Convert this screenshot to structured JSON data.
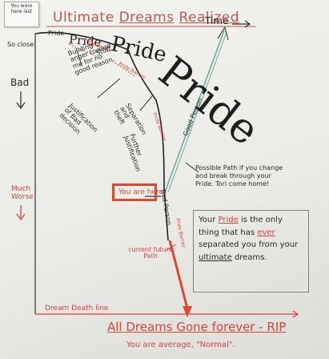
{
  "diagram": {
    "header": {
      "text_1": "Ultimate",
      "text_2": "Dreams",
      "text_3": "Realized",
      "time_label": "Time"
    },
    "sticky_note": "You were here last",
    "so_close": "So close!",
    "y_axis": {
      "bad": "Bad",
      "much_worse": "Much Worse"
    },
    "pride_labels": {
      "small_1": "Pride",
      "small_2": "Pride",
      "medium": "Pride",
      "big": "Pride"
    },
    "annotations": {
      "anger_stuff": "Building anger toward me for no good reason.",
      "stuff": "Stuff",
      "justification_bad": "Justification of Bad decision",
      "separation": "Separation and theft",
      "further": "Further Justification",
      "good_person": "Good Person",
      "bad_person": "Bad Person",
      "current_path": "current future Path",
      "possible_path": "Possible Path if you change and break through your Pride. Tori come home!"
    },
    "barriers": {
      "b1": "Pride Barrier",
      "b2": "Pride Barrier",
      "b3": "Pride Barrier",
      "b4": "Pride Barrier"
    },
    "you_are_here": "You are here",
    "note_box": {
      "line1a": "Your ",
      "line1b": "Pride",
      "line1c": " is the only",
      "line2a": "thing that has ",
      "line2b": "ever",
      "line3": "separated you from your",
      "line4a": "ultimate",
      "line4b": " dreams."
    },
    "dream_death": "Dream Death line",
    "footer": {
      "all_gone": "All Dreams Gone forever - RIP",
      "average": "You are average, \"Normal\"."
    },
    "colors": {
      "red": "#d8463a",
      "teal": "#6aa89a",
      "ink": "#2a2a2a"
    }
  }
}
